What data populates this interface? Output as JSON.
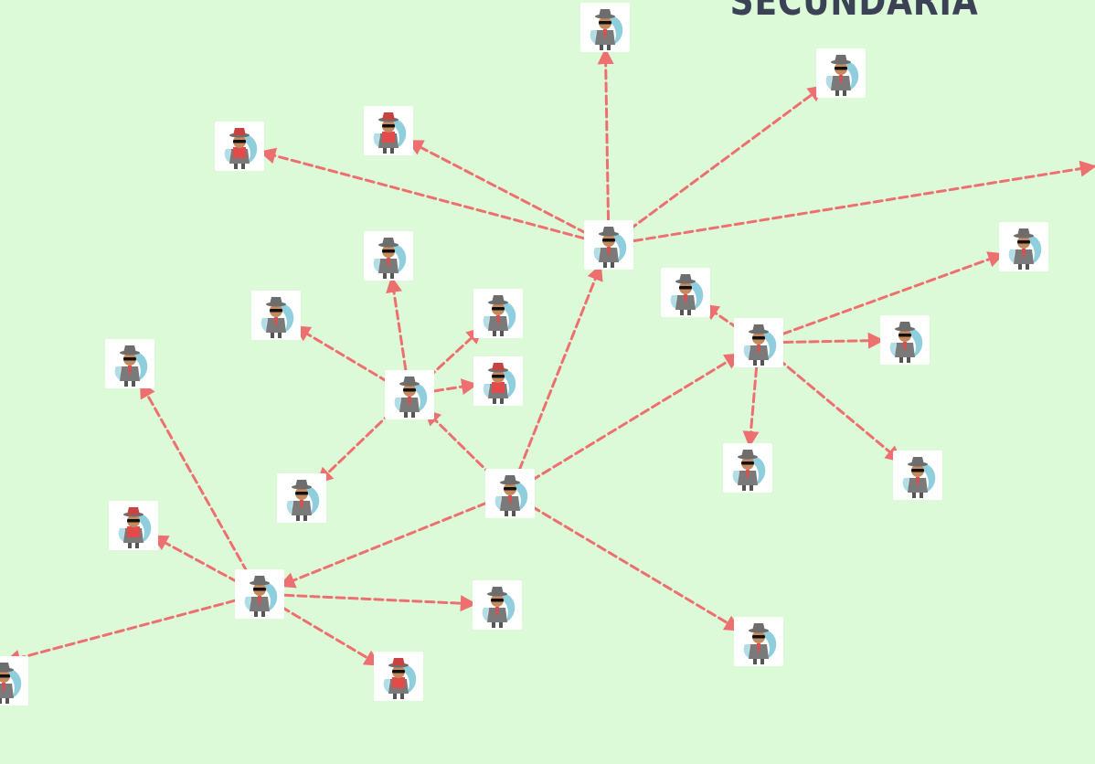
{
  "title": "SECUNDARIA",
  "colors": {
    "background": "#dcfad8",
    "edge": "#ee6f6f",
    "icon_tile": "#ffffff",
    "hat": "#6d6d6d",
    "face": "#c48a5e",
    "glasses": "#111111",
    "coat": "#7a7a7a",
    "scarf": "#e34b4b",
    "splash": "#7bc6d6",
    "title": "#3b4256"
  },
  "nodes": [
    {
      "id": "n1",
      "icon": "spy-icon",
      "tint": "normal"
    },
    {
      "id": "n2",
      "icon": "spy-icon",
      "tint": "normal"
    },
    {
      "id": "n3",
      "icon": "spy-icon",
      "tint": "red"
    },
    {
      "id": "n4",
      "icon": "spy-icon",
      "tint": "red"
    },
    {
      "id": "n5",
      "icon": "spy-icon",
      "tint": "normal"
    },
    {
      "id": "n6",
      "icon": "spy-icon",
      "tint": "normal"
    },
    {
      "id": "n7",
      "icon": "spy-icon",
      "tint": "normal"
    },
    {
      "id": "n8",
      "icon": "spy-icon",
      "tint": "normal"
    },
    {
      "id": "n9",
      "icon": "spy-icon",
      "tint": "normal"
    },
    {
      "id": "n10",
      "icon": "spy-icon",
      "tint": "normal"
    },
    {
      "id": "n11",
      "icon": "spy-icon",
      "tint": "red"
    },
    {
      "id": "n12",
      "icon": "spy-icon",
      "tint": "normal"
    },
    {
      "id": "n13",
      "icon": "spy-icon",
      "tint": "normal"
    },
    {
      "id": "n14",
      "icon": "spy-icon",
      "tint": "normal"
    },
    {
      "id": "n15",
      "icon": "spy-icon",
      "tint": "normal"
    },
    {
      "id": "n16",
      "icon": "spy-icon",
      "tint": "normal"
    },
    {
      "id": "n17",
      "icon": "spy-icon",
      "tint": "normal"
    },
    {
      "id": "n18",
      "icon": "spy-icon",
      "tint": "normal"
    },
    {
      "id": "n19",
      "icon": "spy-icon",
      "tint": "normal"
    },
    {
      "id": "n20",
      "icon": "spy-icon",
      "tint": "red"
    },
    {
      "id": "n21",
      "icon": "spy-icon",
      "tint": "normal"
    },
    {
      "id": "n22",
      "icon": "spy-icon",
      "tint": "red"
    },
    {
      "id": "n23",
      "icon": "spy-icon",
      "tint": "normal"
    },
    {
      "id": "n24",
      "icon": "spy-icon",
      "tint": "normal"
    },
    {
      "id": "n25",
      "icon": "spy-icon",
      "tint": "normal"
    }
  ],
  "edges": [
    {
      "from": "n5",
      "to": "n1"
    },
    {
      "from": "n5",
      "to": "n2"
    },
    {
      "from": "n5",
      "to": "n3"
    },
    {
      "from": "n5",
      "to": "n4"
    },
    {
      "from": "n5",
      "to": "edge-right"
    },
    {
      "from": "n17",
      "to": "n5"
    },
    {
      "from": "n10",
      "to": "n6"
    },
    {
      "from": "n10",
      "to": "n7"
    },
    {
      "from": "n10",
      "to": "n8"
    },
    {
      "from": "n10",
      "to": "n11"
    },
    {
      "from": "n10",
      "to": "n16"
    },
    {
      "from": "n17",
      "to": "n10"
    },
    {
      "from": "n13",
      "to": "n12"
    },
    {
      "from": "n13",
      "to": "n14"
    },
    {
      "from": "n13",
      "to": "n15"
    },
    {
      "from": "n13",
      "to": "n18"
    },
    {
      "from": "n13",
      "to": "n19"
    },
    {
      "from": "n17",
      "to": "n13"
    },
    {
      "from": "n21",
      "to": "n9"
    },
    {
      "from": "n21",
      "to": "n20"
    },
    {
      "from": "n21",
      "to": "n22"
    },
    {
      "from": "n21",
      "to": "n23"
    },
    {
      "from": "n21",
      "to": "edge-left"
    },
    {
      "from": "n17",
      "to": "n21"
    },
    {
      "from": "n17",
      "to": "n24"
    }
  ]
}
